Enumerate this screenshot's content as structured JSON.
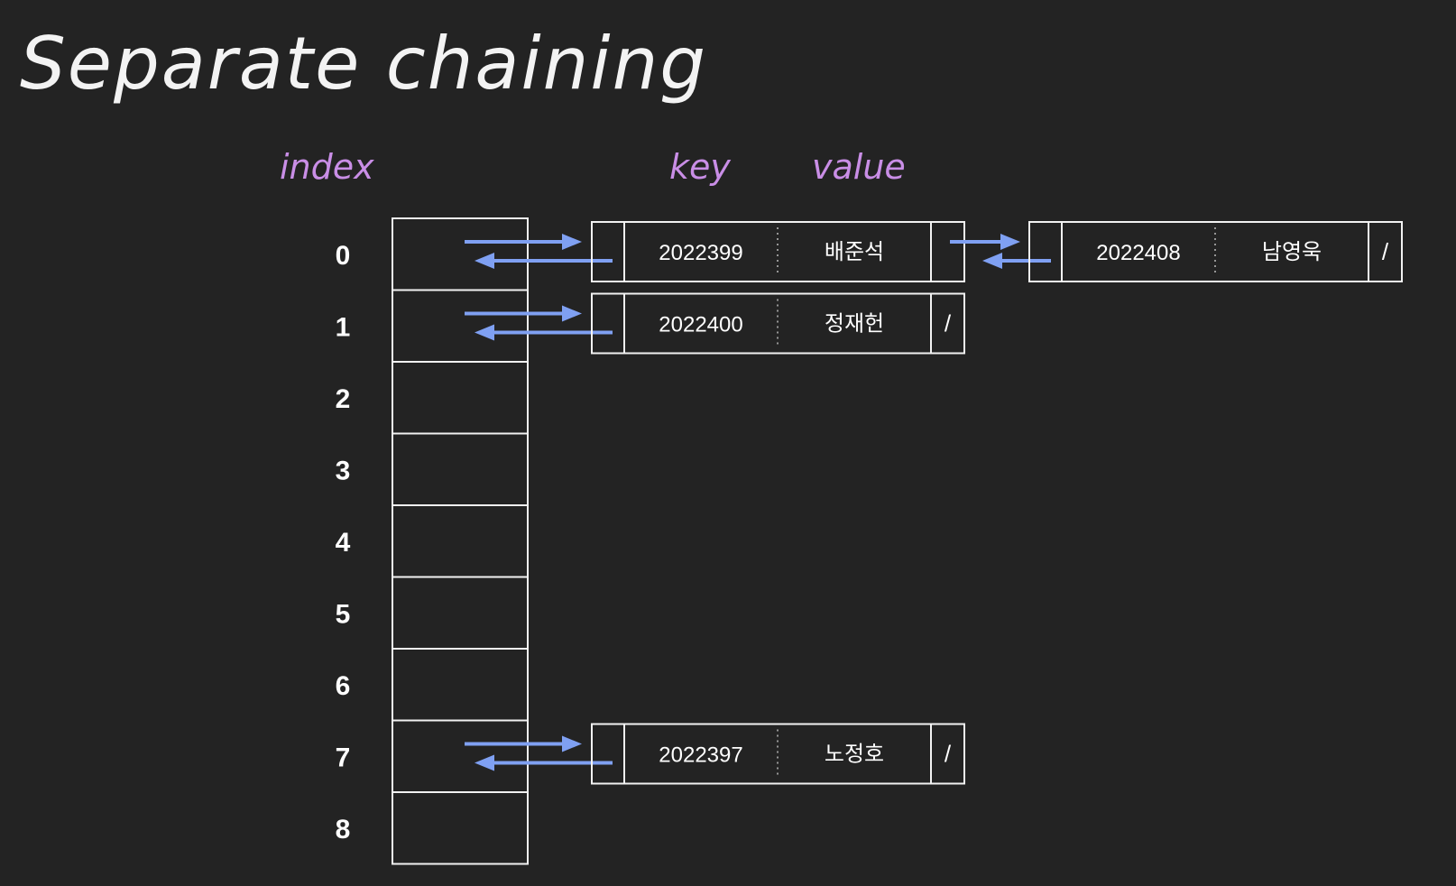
{
  "title": "Separate chaining",
  "headers": {
    "index": "index",
    "key": "key",
    "value": "value"
  },
  "colors": {
    "background": "#232323",
    "header": "#c98ee6",
    "arrow": "#7fa0f2",
    "stroke": "#f2f2f2"
  },
  "table": {
    "indices": [
      "0",
      "1",
      "2",
      "3",
      "4",
      "5",
      "6",
      "7",
      "8"
    ]
  },
  "chains": [
    {
      "bucket": 0,
      "nodes": [
        {
          "key": "2022399",
          "value": "배준석",
          "next": ""
        },
        {
          "key": "2022408",
          "value": "남영욱",
          "next": "/"
        }
      ]
    },
    {
      "bucket": 1,
      "nodes": [
        {
          "key": "2022400",
          "value": "정재헌",
          "next": "/"
        }
      ]
    },
    {
      "bucket": 7,
      "nodes": [
        {
          "key": "2022397",
          "value": "노정호",
          "next": "/"
        }
      ]
    }
  ]
}
